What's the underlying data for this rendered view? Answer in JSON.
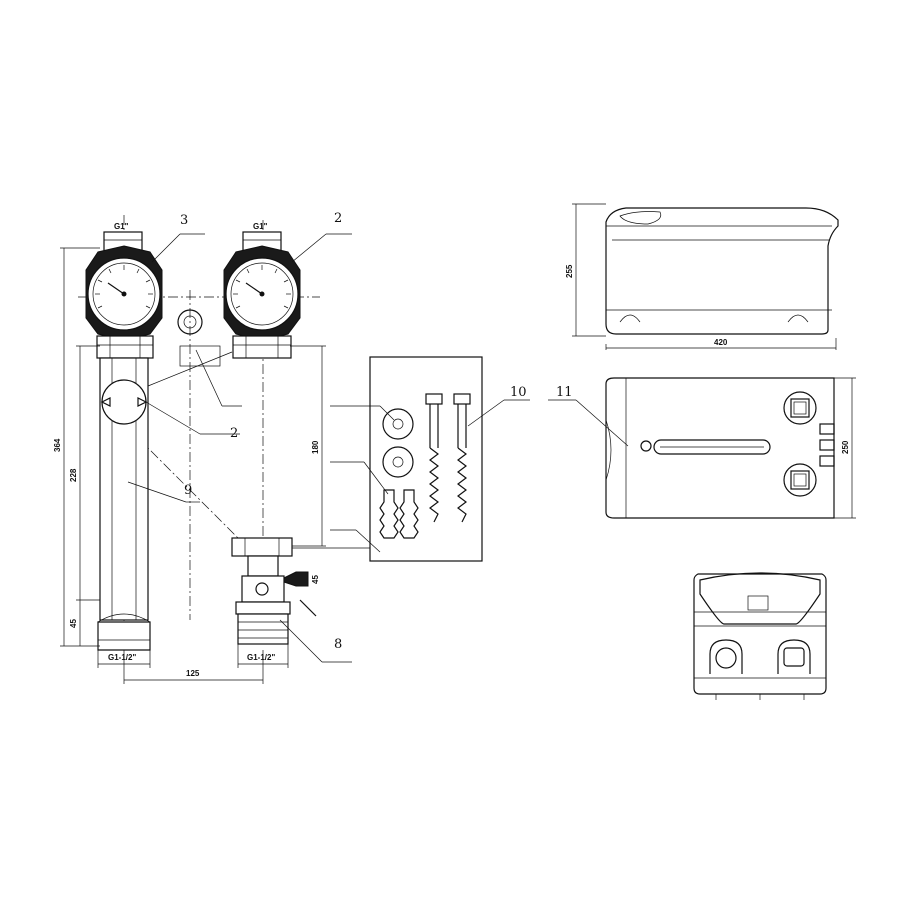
{
  "callouts": {
    "gauge_left": "3",
    "gauge_right": "2",
    "ball_valve": "2",
    "pipe": "9",
    "valve_bottom": "8",
    "fixing_kit": "10",
    "insulation_box": "11"
  },
  "dimensions": {
    "thread_top_left": "G1\"",
    "thread_top_right": "G1\"",
    "overall_height": "364",
    "height_228": "228",
    "height_45": "45",
    "height_180": "180",
    "thread_bottom_left": "G1-1/2\"",
    "thread_bottom_right": "G1-1/2\"",
    "spacing_125": "125",
    "valve_45": "45",
    "box_height": "255",
    "box_width": "420",
    "box_depth": "250"
  }
}
